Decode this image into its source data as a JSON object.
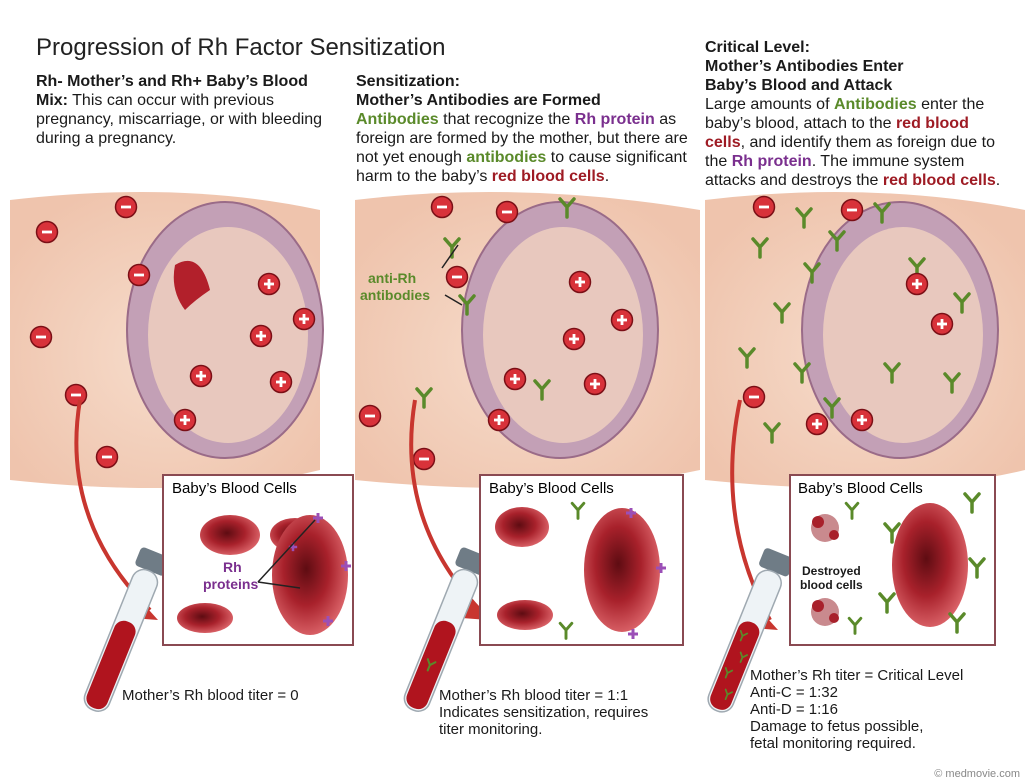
{
  "title": "Progression of Rh Factor Sensitization",
  "panel1": {
    "heading": "Rh- Mother’s and Rh+ Baby’s Blood Mix:",
    "body": " This can occur with previous pregnancy, miscarriage, or with bleeding during a pregnancy.",
    "box_title": "Baby’s Blood Cells",
    "rh_label_line1": "Rh",
    "rh_label_line2": "proteins",
    "caption": "Mother’s Rh blood titer = 0"
  },
  "panel2": {
    "heading_line1": "Sensitization:",
    "heading_line2": "Mother’s Antibodies are Formed",
    "t1": "Antibodies",
    "t2": " that recognize the ",
    "t3": "Rh protein",
    "t4": " as foreign are formed by the mother, but there are not yet enough ",
    "t5": "antibodies",
    "t6": " to cause significant harm to the baby’s ",
    "t7": "red blood cells",
    "t8": ".",
    "antibody_label_line1": "anti-Rh",
    "antibody_label_line2": "antibodies",
    "box_title": "Baby’s Blood Cells",
    "caption_line1": "Mother’s Rh blood titer = 1:1",
    "caption_line2": "Indicates sensitization, requires",
    "caption_line3": "titer monitoring."
  },
  "panel3": {
    "heading_line1": "Critical Level:",
    "heading_line2": "Mother’s Antibodies Enter",
    "heading_line3": "Baby’s Blood and Attack",
    "t1": "Large amounts of ",
    "t2": "Antibodies",
    "t3": " enter the baby’s blood, attach to the ",
    "t4": "red blood cells",
    "t5": ", and identify them as foreign due to the ",
    "t6": "Rh protein",
    "t7": ". The immune system attacks and destroys the ",
    "t8": "red blood cells",
    "t9": ".",
    "box_title": "Baby’s Blood Cells",
    "destroyed_line1": "Destroyed",
    "destroyed_line2": "blood cells",
    "caption_line1": "Mother’s Rh titer = Critical Level",
    "caption_line2": "Anti-C = 1:32",
    "caption_line3": "Anti-D = 1:16",
    "caption_line4": "Damage to fetus possible,",
    "caption_line5": "fetal monitoring required."
  },
  "copyright": "© medmovie.com",
  "colors": {
    "antibody": "#5a8a2a",
    "rh_protein": "#7a2f8e",
    "red_cell": "#9e1b24",
    "skin": "#f3d2bd",
    "uterus": "#c9a6b8"
  }
}
